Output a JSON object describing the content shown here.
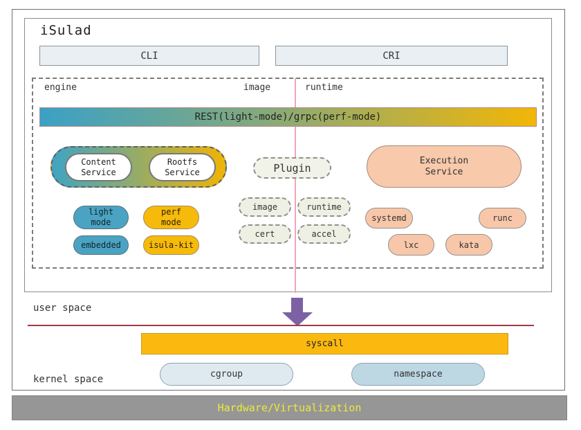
{
  "title": "iSulad",
  "interfaces": {
    "cli": "CLI",
    "cri": "CRI"
  },
  "section_labels": {
    "engine": "engine",
    "image": "image",
    "runtime": "runtime"
  },
  "rest_bar": {
    "label": "REST(light-mode)/grpc(perf-mode)"
  },
  "engine_column": {
    "services_group": {
      "content": "Content\nService",
      "rootfs": "Rootfs\nService"
    },
    "pills": [
      {
        "label": "light\nmode",
        "color": "teal"
      },
      {
        "label": "perf\nmode",
        "color": "yellow"
      },
      {
        "label": "embedded",
        "color": "teal"
      },
      {
        "label": "isula-kit",
        "color": "yellow"
      }
    ]
  },
  "image_runtime_column": {
    "plugin": "Plugin",
    "pills": [
      {
        "label": "image"
      },
      {
        "label": "runtime"
      },
      {
        "label": "cert"
      },
      {
        "label": "accel"
      }
    ]
  },
  "runtime_column": {
    "execution": "Execution\nService",
    "pills": [
      {
        "label": "systemd"
      },
      {
        "label": "runc"
      },
      {
        "label": "lxc"
      },
      {
        "label": "kata"
      }
    ]
  },
  "spaces": {
    "user": "user space",
    "kernel": "kernel space"
  },
  "kernel_layer": {
    "syscall": "syscall",
    "cgroup": "cgroup",
    "namespace": "namespace"
  },
  "hardware_bar": "Hardware/Virtualization",
  "colors": {
    "teal": "#4aa3c2",
    "yellow": "#f6ba0b",
    "salmon": "#f8c7a9",
    "ivory": "#eef0e4",
    "gradient_from": "#3ba1c5",
    "gradient_to": "#f2b606",
    "pink_divider": "#f0a6b8",
    "red_divider": "#9e3a44",
    "arrow_purple": "#7c61a4",
    "syscall_yellow": "#fbb90f",
    "cgroup_blue": "#dfeaf0",
    "namespace_blue": "#bdd8e3",
    "hardware_gray": "#969696",
    "hardware_text": "#e7eb3a"
  }
}
